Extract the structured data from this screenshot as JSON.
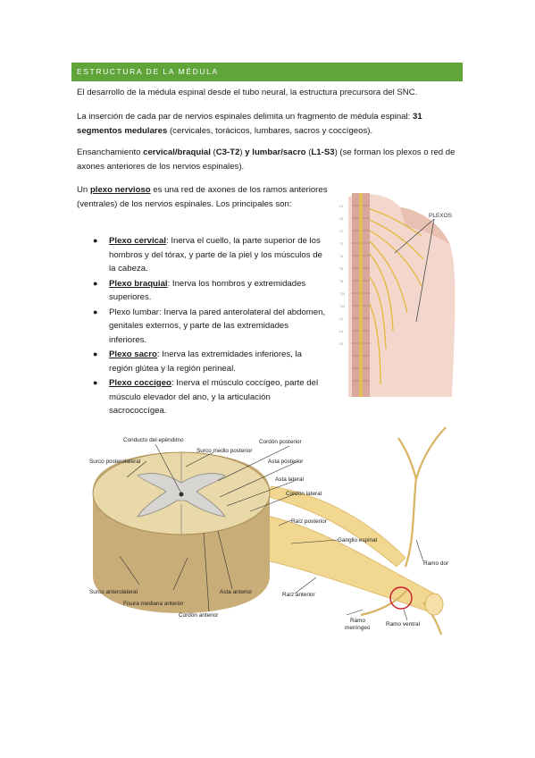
{
  "section": {
    "title": "ESTRUCTURA DE LA MÉDULA"
  },
  "para1": "El desarrollo de la médula espinal desde el tubo neural, la estructura precursora del SNC.",
  "para2": {
    "a": "La inserción de cada par de nervios espinales delimita un fragmento de médula espinal: ",
    "b": "31 segmentos medulares",
    "c": " (cervicales, torácicos, lumbares, sacros y coccígeos)."
  },
  "para3": {
    "a": "Ensanchamiento ",
    "b": "cervical/braquial",
    "c": " (",
    "d": "C3-T2",
    "e": ") ",
    "f": "y lumbar/sacro",
    "g": " (",
    "h": "L1-S3",
    "i": ") (se forman los plexos o red de axones anteriores de los nervios espinales)."
  },
  "plexo_intro": {
    "a": "Un ",
    "b": "plexo nervioso",
    "c": " es una red de axones de los ramos anteriores (ventrales) de los nervios espinales. Los principales son:"
  },
  "plexos": [
    {
      "name": "Plexo cervical",
      "text": ": Inerva el cuello, la parte superior de los hombros y del tórax, y parte de la piel y los músculos de la cabeza."
    },
    {
      "name": "Plexo braquial",
      "text": ": Inerva los hombros y extremidades superiores."
    },
    {
      "name": "",
      "text": "Plexo lumbar: Inerva la pared anterolateral del abdomen, genitales externos, y parte de las extremidades inferiores."
    },
    {
      "name": "Plexo sacro",
      "text": ": Inerva las extremidades inferiores, la región glútea y la región perineal."
    },
    {
      "name": "Plexo coccígeo",
      "text": ": Inerva el músculo coccígeo, parte del músculo elevador del ano, y la articulación sacrococcígea."
    }
  ],
  "figure1": {
    "label": "PLEXOS"
  },
  "figure2": {
    "labels": {
      "conducto": "Conducto del epéndimo",
      "surco_medio": "Surco medio posterior",
      "cordon_post": "Cordón posterior",
      "surco_postlat": "Surco posterolateral",
      "asta_post": "Asta posterior",
      "asta_lat": "Asta lateral",
      "cordon_lat": "Cordón lateral",
      "raiz_post": "Raíz posterior",
      "ganglio": "Ganglio espinal",
      "ramo_dor": "Ramo dor",
      "surco_antlat": "Surco anterolateral",
      "fisura": "Fisura mediana anterior",
      "asta_ant": "Asta anterior",
      "raiz_ant": "Raíz anterior",
      "cordon_ant": "Cordón anterior",
      "ramo_men_1": "Ramo",
      "ramo_men_2": "meníngeo",
      "ramo_ventral": "Ramo ventral"
    }
  }
}
